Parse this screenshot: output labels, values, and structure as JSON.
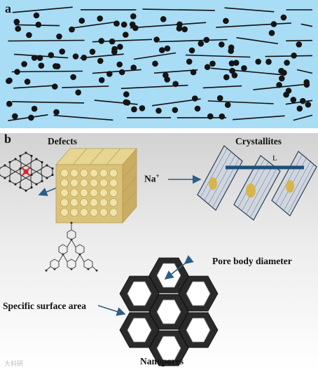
{
  "panel_a": {
    "letter": "a"
  },
  "panel_b": {
    "letter": "b",
    "defects": "Defects",
    "crystallites": "Crystallites",
    "ion": "Na",
    "ion_charge": "+",
    "length_symbol": "L",
    "pore_body": "Pore body diameter",
    "surface_area": "Specific surface area",
    "nanopores": "Nanopores"
  },
  "watermark": "大科研",
  "colors": {
    "panel_a_bg": "#a9dcf5",
    "arrow": "#2b5f86",
    "cube": "#d9c27a"
  }
}
